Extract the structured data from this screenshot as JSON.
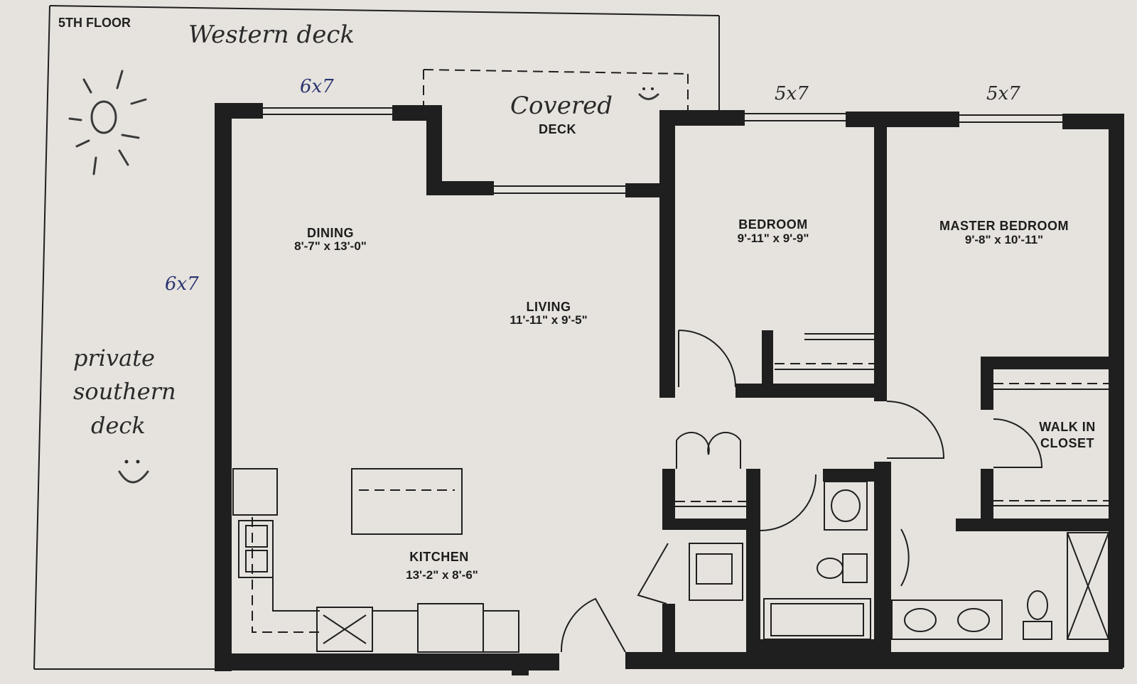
{
  "floor_label": "5TH FLOOR",
  "annotations": {
    "western_deck": "Western deck",
    "covered": "Covered",
    "deck": "DECK",
    "private_deck_line1": "private",
    "private_deck_line2": "southern",
    "private_deck_line3": "deck",
    "window_dining_top": "6x7",
    "window_dining_left": "6x7",
    "window_bedroom": "5x7",
    "window_master": "5x7"
  },
  "rooms": {
    "dining": {
      "name": "DINING",
      "dims": "8'-7\" x 13'-0\""
    },
    "living": {
      "name": "LIVING",
      "dims": "11'-11\" x 9'-5\""
    },
    "bedroom": {
      "name": "BEDROOM",
      "dims": "9'-11\" x 9'-9\""
    },
    "master": {
      "name": "MASTER BEDROOM",
      "dims": "9'-8\" x 10'-11\""
    },
    "kitchen": {
      "name": "KITCHEN",
      "dims": "13'-2\" x 8'-6\""
    },
    "walk_in_line1": "WALK IN",
    "walk_in_line2": "CLOSET"
  }
}
